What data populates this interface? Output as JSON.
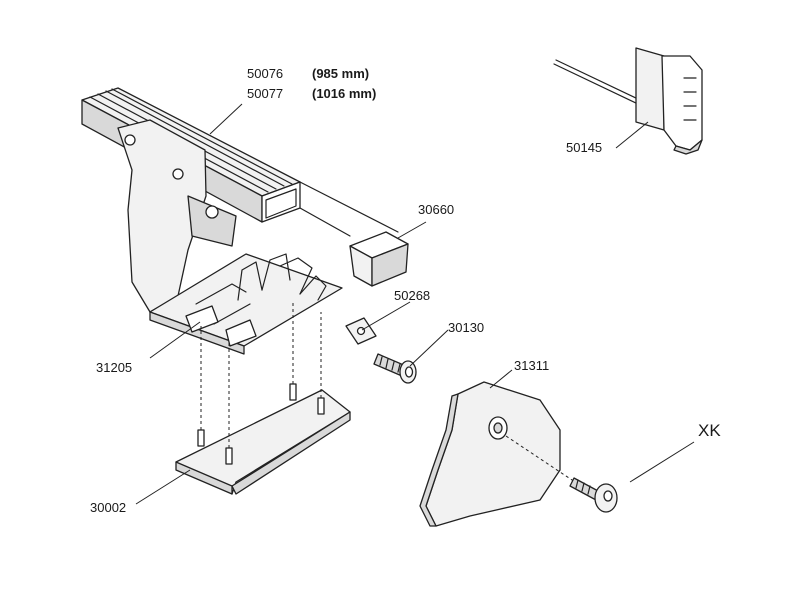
{
  "callouts": {
    "bar_a": "50076",
    "bar_a_len": "(985 mm)",
    "bar_b": "50077",
    "bar_b_len": "(1016 mm)",
    "end_cap": "30660",
    "tool": "50145",
    "nut": "50268",
    "bolt": "30130",
    "foot": "31205",
    "cover": "31311",
    "pad": "30002",
    "key": "XK"
  }
}
